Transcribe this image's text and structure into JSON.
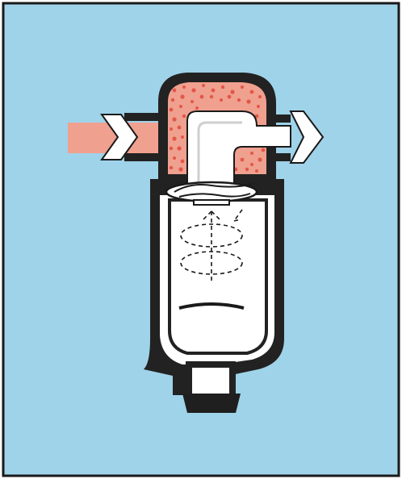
{
  "diagram": {
    "colors": {
      "background": "#9fd3e9",
      "border": "#1a1a1a",
      "housing": "#222222",
      "inlet_flow": "#f0a08f",
      "speckle": "#e2574a",
      "outlet_pipe": "#ffffff",
      "deflector": "#ffffff",
      "drain_cap": "#1f1f1f"
    },
    "parts": [
      "inlet-arrow-icon",
      "outlet-arrow-icon",
      "filter-housing",
      "swirl-deflector",
      "separation-chamber",
      "cyclone-flow-lines",
      "baffle-plate",
      "drain-valve"
    ]
  }
}
